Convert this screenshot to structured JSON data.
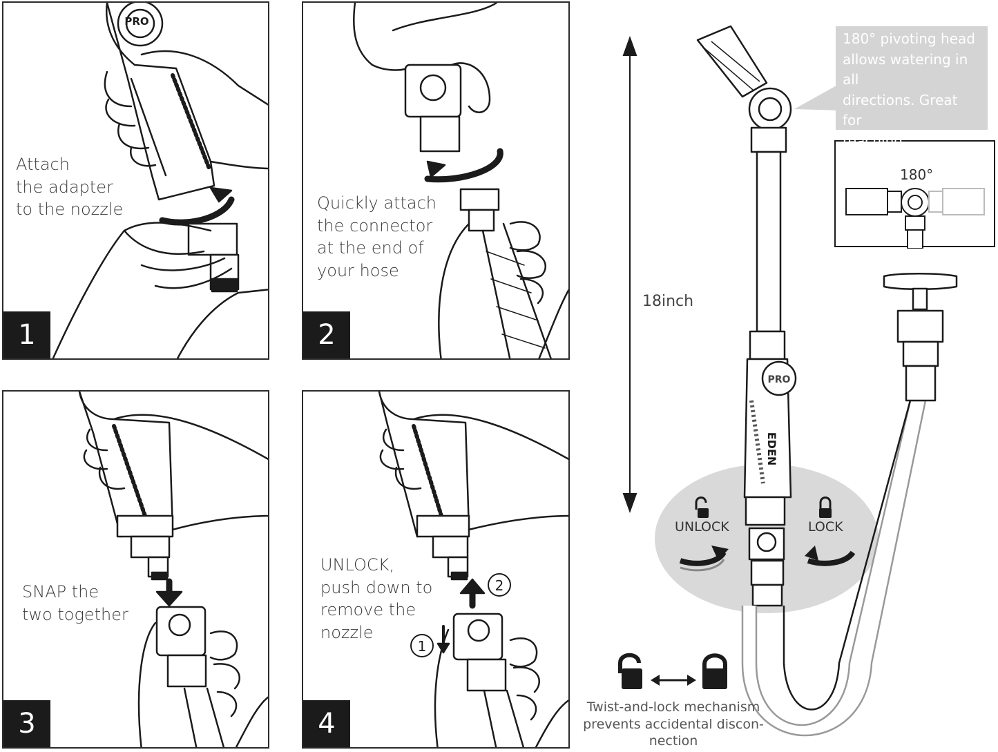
{
  "steps": [
    {
      "number": "1",
      "caption": "Attach\nthe adapter\nto the nozzle"
    },
    {
      "number": "2",
      "caption": "Quickly attach\nthe connector\nat the end of\nyour hose"
    },
    {
      "number": "3",
      "caption": "SNAP the\ntwo together"
    },
    {
      "number": "4",
      "caption": "UNLOCK,\npush down to\nremove the\nnozzle"
    }
  ],
  "step4_markers": {
    "first": "1",
    "second": "2"
  },
  "nozzle_brand": {
    "cap_text": "PRO",
    "grip_text": "EDEN"
  },
  "callout": {
    "text": "180° pivoting head\nallows watering in all\ndirections. Great for\nreaching challenging\nareas"
  },
  "inset": {
    "angle_label": "180°"
  },
  "dimension": {
    "label": "18inch"
  },
  "lock_labels": {
    "unlock": "UNLOCK",
    "lock": "LOCK"
  },
  "mechanism_note": {
    "text": "Twist-and-lock mechanism\nprevents accidental discon-\nnection"
  },
  "colors": {
    "ink": "#1b1b1b",
    "callout_bg": "#d4d4d4",
    "ellipse_bg": "#d9d9d9",
    "text": "#3a3a3a"
  },
  "icons": [
    "unlocked-padlock-icon",
    "locked-padlock-icon",
    "rotate-arrow-icon",
    "double-arrow-icon"
  ]
}
